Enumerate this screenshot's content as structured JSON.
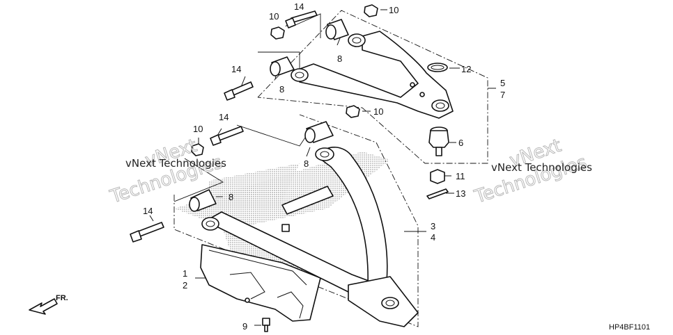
{
  "diagram": {
    "code": "HP4BF1101",
    "direction_label": "FR.",
    "watermark": {
      "small_text": "vNext Technologies",
      "large_line1": "vNext",
      "large_line2": "Technologies"
    },
    "callouts": {
      "c1": "1",
      "c2": "2",
      "c3": "3",
      "c4": "4",
      "c5": "5",
      "c6": "6",
      "c7": "7",
      "c8a": "8",
      "c8b": "8",
      "c8c": "8",
      "c8d": "8",
      "c9": "9",
      "c10a": "10",
      "c10b": "10",
      "c10c": "10",
      "c10d": "10",
      "c11": "11",
      "c12": "12",
      "c13": "13",
      "c14a": "14",
      "c14b": "14",
      "c14c": "14",
      "c14d": "14"
    },
    "parts": [
      {
        "ref": "1",
        "name": "lower arm guard"
      },
      {
        "ref": "3",
        "name": "lower arm assembly"
      },
      {
        "ref": "5",
        "name": "upper arm assembly"
      },
      {
        "ref": "6",
        "name": "ball joint"
      },
      {
        "ref": "8",
        "name": "bushing"
      },
      {
        "ref": "9",
        "name": "bolt"
      },
      {
        "ref": "10",
        "name": "nut"
      },
      {
        "ref": "11",
        "name": "castle nut"
      },
      {
        "ref": "12",
        "name": "snap ring"
      },
      {
        "ref": "13",
        "name": "cotter pin"
      },
      {
        "ref": "14",
        "name": "flange bolt"
      }
    ]
  }
}
